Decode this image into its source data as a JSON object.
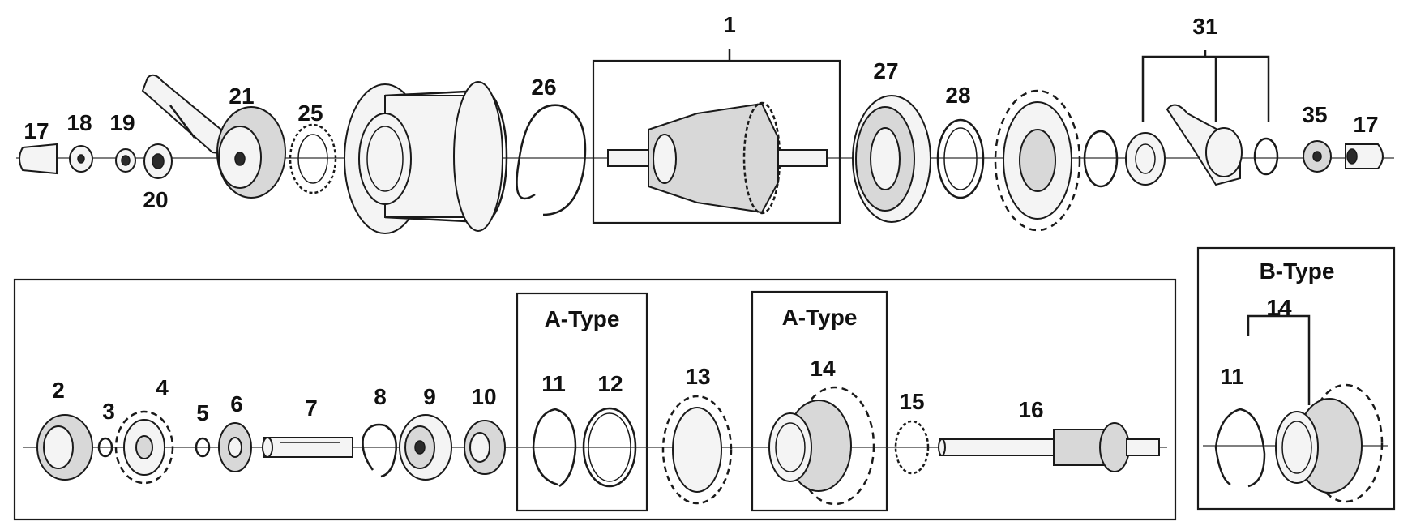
{
  "groups": {
    "a_type_rings": "A-Type",
    "a_type_driver": "A-Type",
    "b_type": "B-Type"
  },
  "labels": {
    "p1": "1",
    "p2": "2",
    "p3": "3",
    "p4": "4",
    "p5": "5",
    "p6": "6",
    "p7": "7",
    "p8": "8",
    "p9": "9",
    "p10": "10",
    "p11a": "11",
    "p12": "12",
    "p13": "13",
    "p14a": "14",
    "p15": "15",
    "p16": "16",
    "p17a": "17",
    "p18": "18",
    "p19": "19",
    "p20": "20",
    "p21": "21",
    "p25": "25",
    "p26": "26",
    "p27": "27",
    "p28": "28",
    "p31": "31",
    "p35": "35",
    "p17b": "17",
    "p14b": "14",
    "p11b": "11"
  }
}
